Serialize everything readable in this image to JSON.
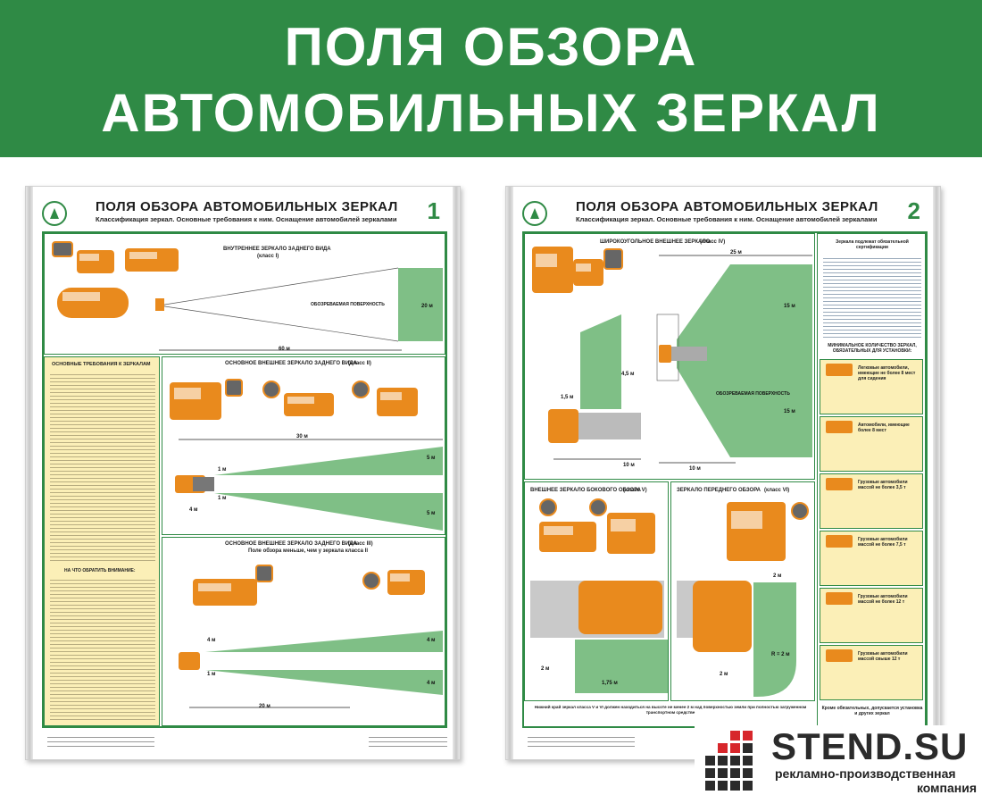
{
  "banner": {
    "line1": "ПОЛЯ ОБЗОРА",
    "line2": "АВТОМОБИЛЬНЫХ ЗЕРКАЛ"
  },
  "poster1": {
    "title": "ПОЛЯ ОБЗОРА АВТОМОБИЛЬНЫХ ЗЕРКАЛ",
    "subtitle": "Классификация зеркал. Основные требования к ним. Оснащение автомобилей зеркалами",
    "number": "1",
    "sec_inner_caption": "ВНУТРЕННЕЕ ЗЕРКАЛО ЗАДНЕГО ВИДА",
    "sec_inner_class": "(класс I)",
    "observed_surface": "ОБОЗРЕВАЕМАЯ ПОВЕРХНОСТЬ",
    "dim_20m": "20 м",
    "dim_60m": "60 м",
    "req_heading": "ОСНОВНЫЕ ТРЕБОВАНИЯ К ЗЕРКАЛАМ",
    "sec_main_caption": "ОСНОВНОЕ ВНЕШНЕЕ ЗЕРКАЛО ЗАДНЕГО ВИДА",
    "sec_main_class": "(класс II)",
    "dim_30m": "30 м",
    "dim_5m": "5 м",
    "dim_1m": "1 м",
    "dim_4m": "4 м",
    "sec_small_caption": "ОСНОВНОЕ ВНЕШНЕЕ ЗЕРКАЛО ЗАДНЕГО ВИДА",
    "sec_small_class": "(класс III)",
    "sec_small_note": "Поле обзора меньше, чем у зеркала класса II",
    "dim_20m_b": "20 м",
    "attention": "НА ЧТО ОБРАТИТЬ ВНИМАНИЕ:"
  },
  "poster2": {
    "title": "ПОЛЯ ОБЗОРА АВТОМОБИЛЬНЫХ ЗЕРКАЛ",
    "subtitle": "Классификация зеркал. Основные требования к ним. Оснащение автомобилей зеркалами",
    "number": "2",
    "sec_wide_caption": "ШИРОКОУГОЛЬНОЕ ВНЕШНЕЕ ЗЕРКАЛО",
    "sec_wide_class": "(класс IV)",
    "dim_25m": "25 м",
    "dim_15m": "15 м",
    "dim_15m_b": "15 м",
    "dim_45m": "4,5 м",
    "dim_15m_small": "1,5 м",
    "dim_10m": "10 м",
    "dim_10m_b": "10 м",
    "observed_surface": "ОБОЗРЕВАЕМАЯ ПОВЕРХНОСТЬ",
    "sec_side_caption": "ВНЕШНЕЕ ЗЕРКАЛО БОКОВОГО ОБЗОРА",
    "sec_side_class": "(класс V)",
    "sec_front_caption": "ЗЕРКАЛО ПЕРЕДНЕГО ОБЗОРА",
    "sec_front_class": "(класс VI)",
    "dim_2m": "2 м",
    "dim_2m_b": "2 м",
    "dim_2m_c": "2 м",
    "dim_175m": "1,75 м",
    "dim_r2m": "R = 2 м",
    "right_heading": "Зеркала подлежат обязательной сертификации",
    "min_heading": "МИНИМАЛЬНОЕ КОЛИЧЕСТВО ЗЕРКАЛ, ОБЯЗАТЕЛЬНЫХ ДЛЯ УСТАНОВКИ:",
    "row_labels": [
      "Легковые автомобили, имеющие не более 8 мест для сидения",
      "Автомобили, имеющие более 8 мест",
      "Грузовые автомобили массой не более 3,5 т",
      "Грузовые автомобили массой не более 7,5 т",
      "Грузовые автомобили массой не более 12 т",
      "Грузовые автомобили массой свыше 12 т"
    ],
    "right_footer": "Кроме обязательных, допускается установка и других зеркал",
    "bottom_note": "Нижний край зеркал класса V и VI должен находиться на высоте не менее 2 м над поверхностью земли при полностью загруженном транспортном средстве"
  },
  "brand": {
    "name": "STEND.SU",
    "tagline1": "рекламно-производственная",
    "tagline2": "компания",
    "color_red": "#d7262b",
    "color_dark": "#2b2b2b"
  },
  "colors": {
    "banner_green": "#2f8a45",
    "field_green": "#7fbf86",
    "vehicle_orange": "#e98a1d",
    "panel_yellow": "#fbefb7"
  }
}
